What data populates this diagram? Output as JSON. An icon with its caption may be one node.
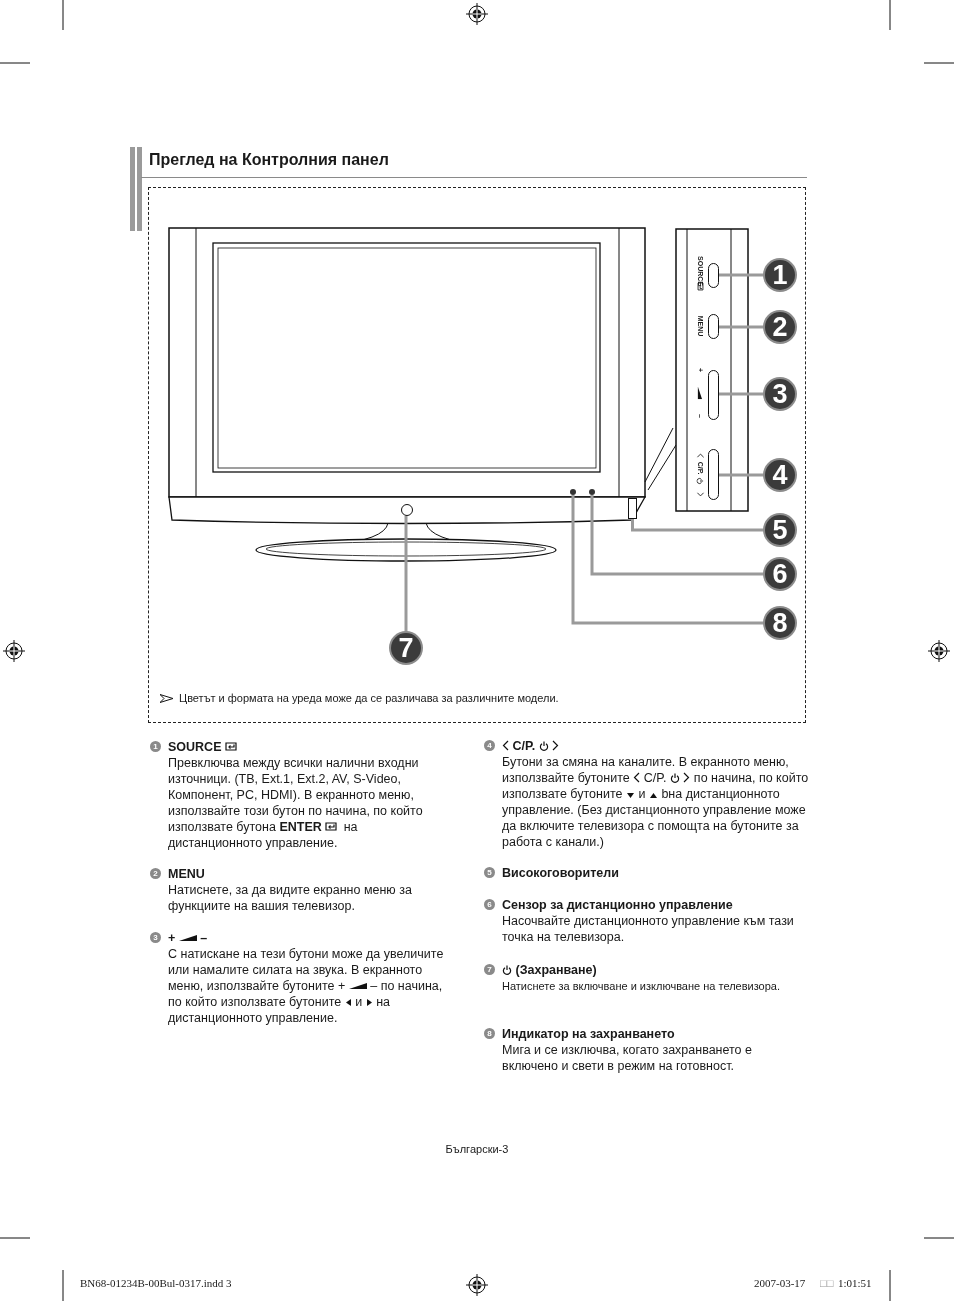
{
  "diagram": {
    "title": "Преглед на Контролния панел",
    "nodes": [
      {
        "text": [
          "1"
        ]
      },
      {
        "text": [
          "2"
        ]
      },
      {
        "text": [
          "3"
        ]
      },
      {
        "text": [
          "4"
        ]
      },
      {
        "text": [
          "5"
        ]
      },
      {
        "text": [
          "6"
        ]
      },
      {
        "text": [
          "8"
        ]
      },
      {
        "text": [
          "7"
        ]
      },
      {
        "text": [],
        "shape": "box",
        "beside": [
          "SOURCE"
        ]
      },
      {
        "text": [],
        "shape": "box",
        "beside": [
          "MENU"
        ]
      },
      {
        "text": [],
        "shape": "box",
        "beside": [
          "+",
          "–"
        ]
      },
      {
        "text": [],
        "shape": "box",
        "beside": [
          "C/P."
        ]
      },
      {
        "text": [],
        "shape": "bar"
      },
      {
        "text": [],
        "shape": "circle"
      },
      {
        "text": [],
        "shape": "circle"
      },
      {
        "text": [],
        "shape": "circle"
      }
    ],
    "edges": [
      {
        "from": 0,
        "to": 8,
        "arrow": "none"
      },
      {
        "from": 1,
        "to": 9,
        "arrow": "none"
      },
      {
        "from": 2,
        "to": 10,
        "arrow": "none"
      },
      {
        "from": 3,
        "to": 11,
        "arrow": "none"
      },
      {
        "from": 4,
        "to": 12,
        "arrow": "none"
      },
      {
        "from": 5,
        "to": 13,
        "arrow": "none"
      },
      {
        "from": 6,
        "to": 14,
        "arrow": "none"
      },
      {
        "from": 7,
        "to": 15,
        "arrow": "none"
      }
    ],
    "labels": [
      "Цветът и формата на уреда може да се различава за различните модели.",
      "1",
      "SOURCE",
      "Превключва между всички налични входни източници.  (ТВ, Ext.1, Ext.2, AV, S-Video, Компонент, PC, HDMI). В екранното меню, използвайте този бутон по начина, по който използвате бутона **ENTER**",
      "на дистанционното управление.",
      "2",
      "MENU",
      "Натиснете, за да видите екранно меню за функциите на вашия телевизор.",
      "3",
      "+",
      "–",
      "С натискане на тези бутони може да увеличите или намалите силата на звука. В екранното меню, използвайте бутоните +",
      "– по начина, по който използвате бутоните",
      "и",
      "на дистанционното управление.",
      "4",
      "C/P.",
      "Бутони за смяна на каналите.  В екранното меню, използвайте бутоните",
      "C/P.",
      "по начина, по който използвате бутоните",
      "и",
      "bна дистанционното управление. (Без дистанционното управление може да включите телевизора с помощта на бутоните за работа с канали.)",
      "5",
      "Високоговорители",
      "6",
      "Сензор за дистанционно управление",
      "Насочвайте дистанционното управление към тази точка на телевизора.",
      "7",
      "(Захранване)",
      "Натиснете за включване и изключване на телевизора.",
      "8",
      "Индикатор на захранването",
      "Мига и се изключва, когато захранването е включено и свети в режим на готовност.",
      "Български-3",
      "BN68-01234B-00Bul-0317.indd  3",
      "2007-03-17",
      "□□",
      "1:01:51"
    ]
  }
}
